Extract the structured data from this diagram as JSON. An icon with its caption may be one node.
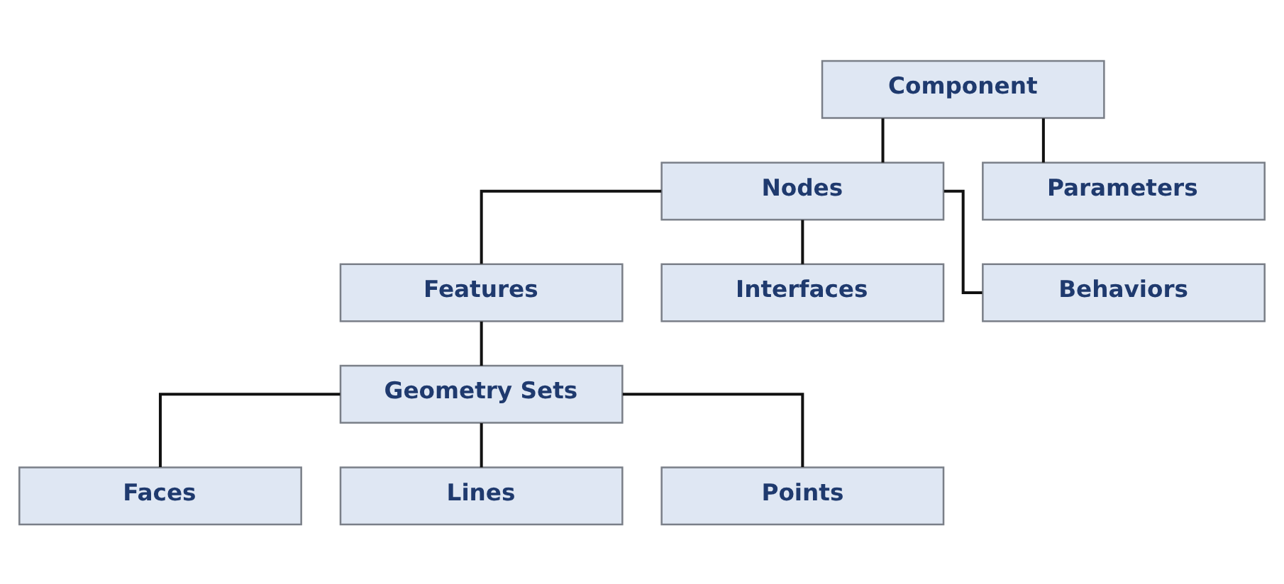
{
  "diagram": {
    "nodes": [
      {
        "text": [
          "Component"
        ]
      },
      {
        "text": [
          "Nodes"
        ]
      },
      {
        "text": [
          "Parameters"
        ]
      },
      {
        "text": [
          "Features"
        ]
      },
      {
        "text": [
          "Interfaces"
        ]
      },
      {
        "text": [
          "Behaviors"
        ]
      },
      {
        "text": [
          "Geometry Sets"
        ]
      },
      {
        "text": [
          "Faces"
        ]
      },
      {
        "text": [
          "Lines"
        ]
      },
      {
        "text": [
          "Points"
        ]
      }
    ],
    "edges": [
      {
        "from": 0,
        "to": 1,
        "arrow": "none"
      },
      {
        "from": 0,
        "to": 2,
        "arrow": "none"
      },
      {
        "from": 1,
        "to": 3,
        "arrow": "none"
      },
      {
        "from": 1,
        "to": 4,
        "arrow": "none"
      },
      {
        "from": 1,
        "to": 5,
        "arrow": "none"
      },
      {
        "from": 3,
        "to": 6,
        "arrow": "none"
      },
      {
        "from": 6,
        "to": 7,
        "arrow": "none"
      },
      {
        "from": 6,
        "to": 8,
        "arrow": "none"
      },
      {
        "from": 6,
        "to": 9,
        "arrow": "none"
      }
    ]
  }
}
